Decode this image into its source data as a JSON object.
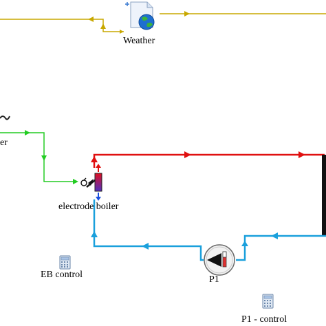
{
  "colors": {
    "weather_wire": "#c8a800",
    "control_wire": "#22cc22",
    "hot_pipe": "#e01010",
    "cold_pipe": "#1aa0dc",
    "load_bar": "#111111"
  },
  "components": {
    "weather": {
      "label": "Weather",
      "icon": "weather-file-globe-icon"
    },
    "electrode_boiler": {
      "label": "electrode boiler",
      "icon": "electrode-boiler-icon"
    },
    "eb_control": {
      "label": "EB control",
      "icon": "calculator-icon"
    },
    "p1": {
      "label": "P1",
      "icon": "pump-icon"
    },
    "p1_control": {
      "label": "P1 - control",
      "icon": "calculator-icon"
    },
    "partial_left": {
      "label": "er"
    }
  }
}
